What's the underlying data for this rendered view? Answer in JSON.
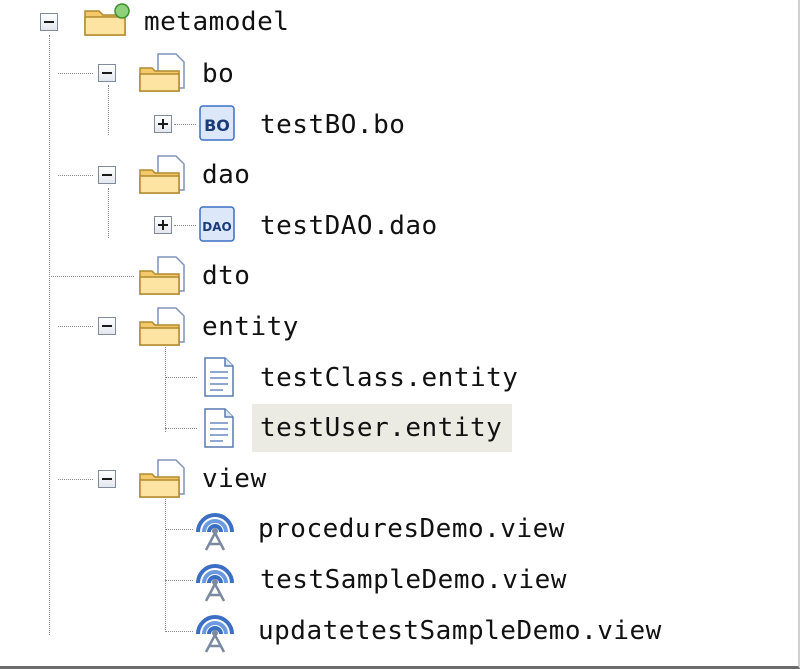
{
  "tree": {
    "root": {
      "label": "metamodel",
      "expanded": true
    },
    "folders": [
      {
        "label": "bo",
        "expanded": true,
        "children": [
          {
            "label": "testBO.bo",
            "type": "bo",
            "icon_text": "BO",
            "expandable": true
          }
        ]
      },
      {
        "label": "dao",
        "expanded": true,
        "children": [
          {
            "label": "testDAO.dao",
            "type": "dao",
            "icon_text": "DAO",
            "expandable": true
          }
        ]
      },
      {
        "label": "dto",
        "expanded": false,
        "children": []
      },
      {
        "label": "entity",
        "expanded": true,
        "children": [
          {
            "label": "testClass.entity",
            "type": "entity"
          },
          {
            "label": "testUser.entity",
            "type": "entity",
            "selected": true
          }
        ]
      },
      {
        "label": "view",
        "expanded": true,
        "children": [
          {
            "label": "proceduresDemo.view",
            "type": "view"
          },
          {
            "label": "testSampleDemo.view",
            "type": "view"
          },
          {
            "label": "updatetestSampleDemo.view",
            "type": "view"
          }
        ]
      }
    ]
  },
  "colors": {
    "selection": "#ecebe3",
    "folder": "#f4c96a",
    "file_blue": "#3a6fc4"
  }
}
